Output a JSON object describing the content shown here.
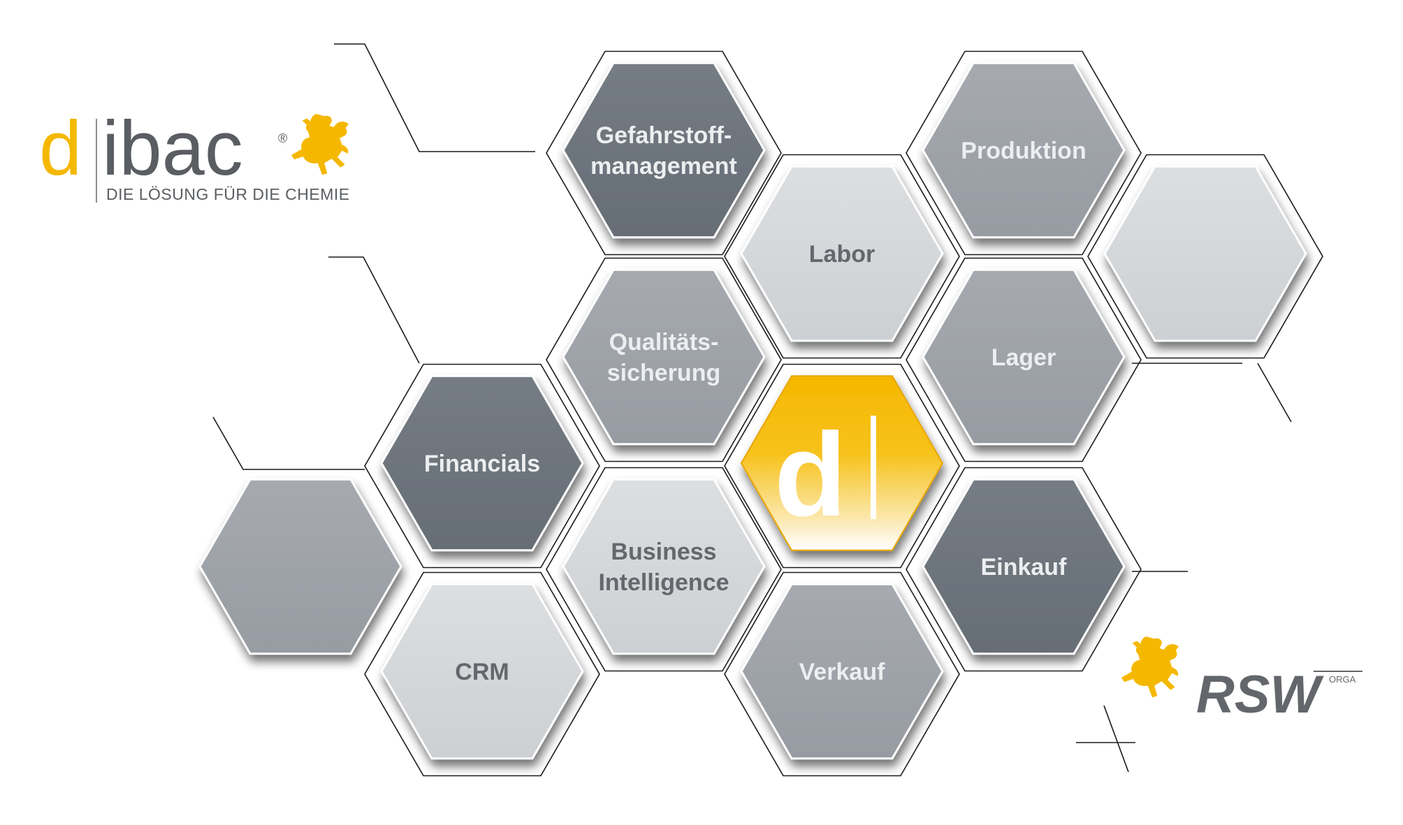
{
  "logo_dibac": {
    "letter_d": "d",
    "word_rest": "ibac",
    "registered": "®",
    "tagline": "DIE LÖSUNG FÜR DIE CHEMIE",
    "horse_icon": "horse-rider-icon"
  },
  "logo_rsw": {
    "word": "RSW",
    "superscript": "ORGA",
    "horse_icon": "horse-rider-icon"
  },
  "center": {
    "mark": "d"
  },
  "modules": [
    {
      "id": "gefahrstoff",
      "lines": [
        "Gefahrstoff-",
        "management"
      ],
      "shade": "dark"
    },
    {
      "id": "produktion",
      "lines": [
        "Produktion"
      ],
      "shade": "mid"
    },
    {
      "id": "labor",
      "lines": [
        "Labor"
      ],
      "shade": "light"
    },
    {
      "id": "qualitaet",
      "lines": [
        "Qualitäts-",
        "sicherung"
      ],
      "shade": "mid"
    },
    {
      "id": "lager",
      "lines": [
        "Lager"
      ],
      "shade": "mid"
    },
    {
      "id": "financials",
      "lines": [
        "Financials"
      ],
      "shade": "dark"
    },
    {
      "id": "business-intelligence",
      "lines": [
        "Business",
        "Intelligence"
      ],
      "shade": "light"
    },
    {
      "id": "einkauf",
      "lines": [
        "Einkauf"
      ],
      "shade": "dark"
    },
    {
      "id": "crm",
      "lines": [
        "CRM"
      ],
      "shade": "light"
    },
    {
      "id": "verkauf",
      "lines": [
        "Verkauf"
      ],
      "shade": "mid"
    },
    {
      "id": "empty-right",
      "lines": [],
      "shade": "light"
    },
    {
      "id": "empty-left",
      "lines": [],
      "shade": "mid"
    }
  ],
  "colors": {
    "accent": "#f5b800",
    "dark": "#6c737b",
    "mid": "#9fa3aa",
    "light": "#d4d6d9",
    "text_dark": "#63676c",
    "text_on_dark": "#eceef0",
    "outline": "#1a1a1a",
    "brand_text": "#5a5d61"
  }
}
